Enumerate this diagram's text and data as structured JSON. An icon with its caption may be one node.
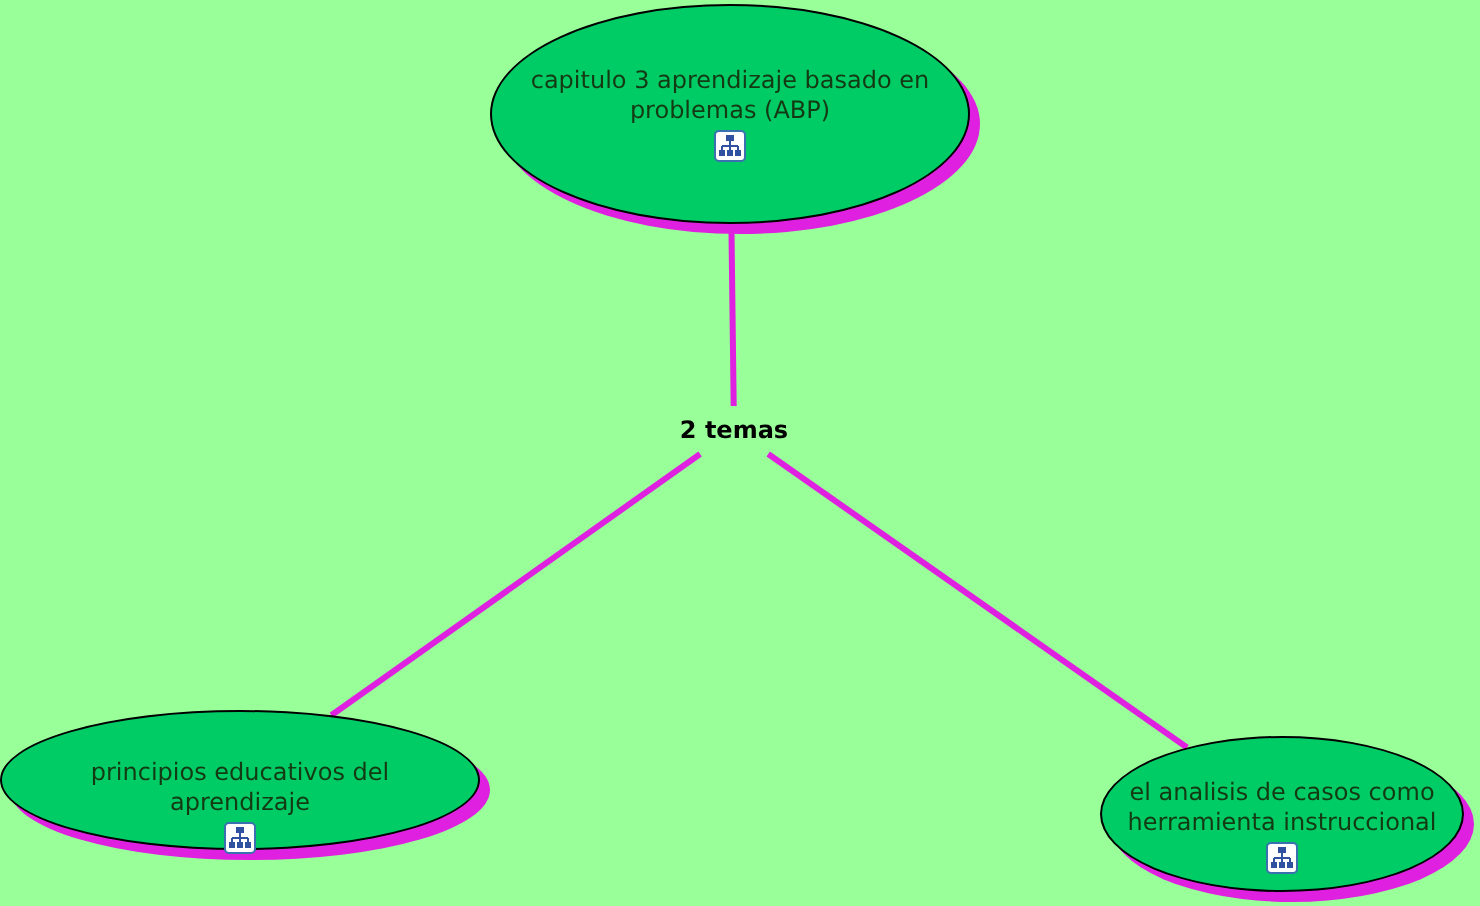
{
  "diagram": {
    "nodes": [
      {
        "text": [
          "capitulo 3 aprendizaje basado en problemas (ABP)"
        ]
      },
      {
        "text": [
          "2 temas"
        ]
      },
      {
        "text": [
          "principios educativos del aprendizaje"
        ]
      },
      {
        "text": [
          "el analisis de casos como herramienta instruccional"
        ]
      }
    ],
    "edges": [
      {
        "from": 0,
        "to": 1,
        "arrow": "none"
      },
      {
        "from": 1,
        "to": 2,
        "arrow": "none"
      },
      {
        "from": 1,
        "to": 3,
        "arrow": "none"
      }
    ]
  }
}
